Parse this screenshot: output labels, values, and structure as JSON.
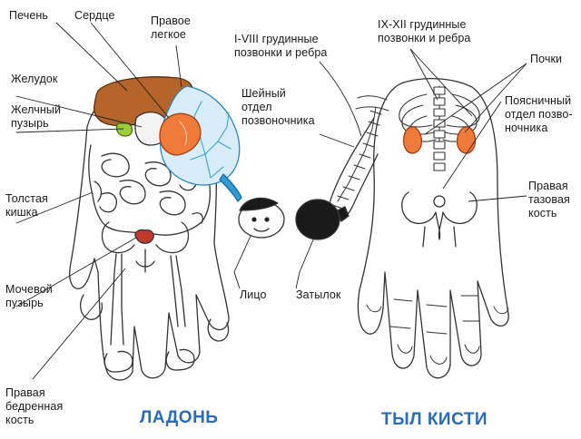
{
  "labels": {
    "liver": "Печень",
    "heart": "Сердце",
    "right_lung": "Правое\nлегкое",
    "stomach": "Желудок",
    "gallbladder": "Желчный\nпузырь",
    "colon": "Толстая\nкишка",
    "bladder": "Мочевой\nпузырь",
    "femur": "Правая\nбедренная\nкость",
    "thoracic_upper": "I-VIII грудинные\nпозвонки и ребра",
    "cervical": "Шейный\nотдел\nпозвоночника",
    "face": "Лицо",
    "occiput": "Затылок",
    "thoracic_lower": "IX-XII грудинные\nпозвонки и ребра",
    "kidneys": "Почки",
    "lumbar": "Поясничный\nотдел позво-\nночника",
    "pelvis": "Правая\nтазовая\nкость"
  },
  "captions": {
    "palm": "ЛАДОНЬ",
    "back": "ТЫЛ КИСТИ"
  },
  "colors": {
    "liver": "#b5652a",
    "heart": "#f07a3a",
    "lung": "#d8ecfa",
    "lung_vessels": "#3aa3d9",
    "trachea": "#2f9ad4",
    "kidney": "#f07a3a",
    "caption": "#2b6cb8",
    "outline": "#333333"
  }
}
